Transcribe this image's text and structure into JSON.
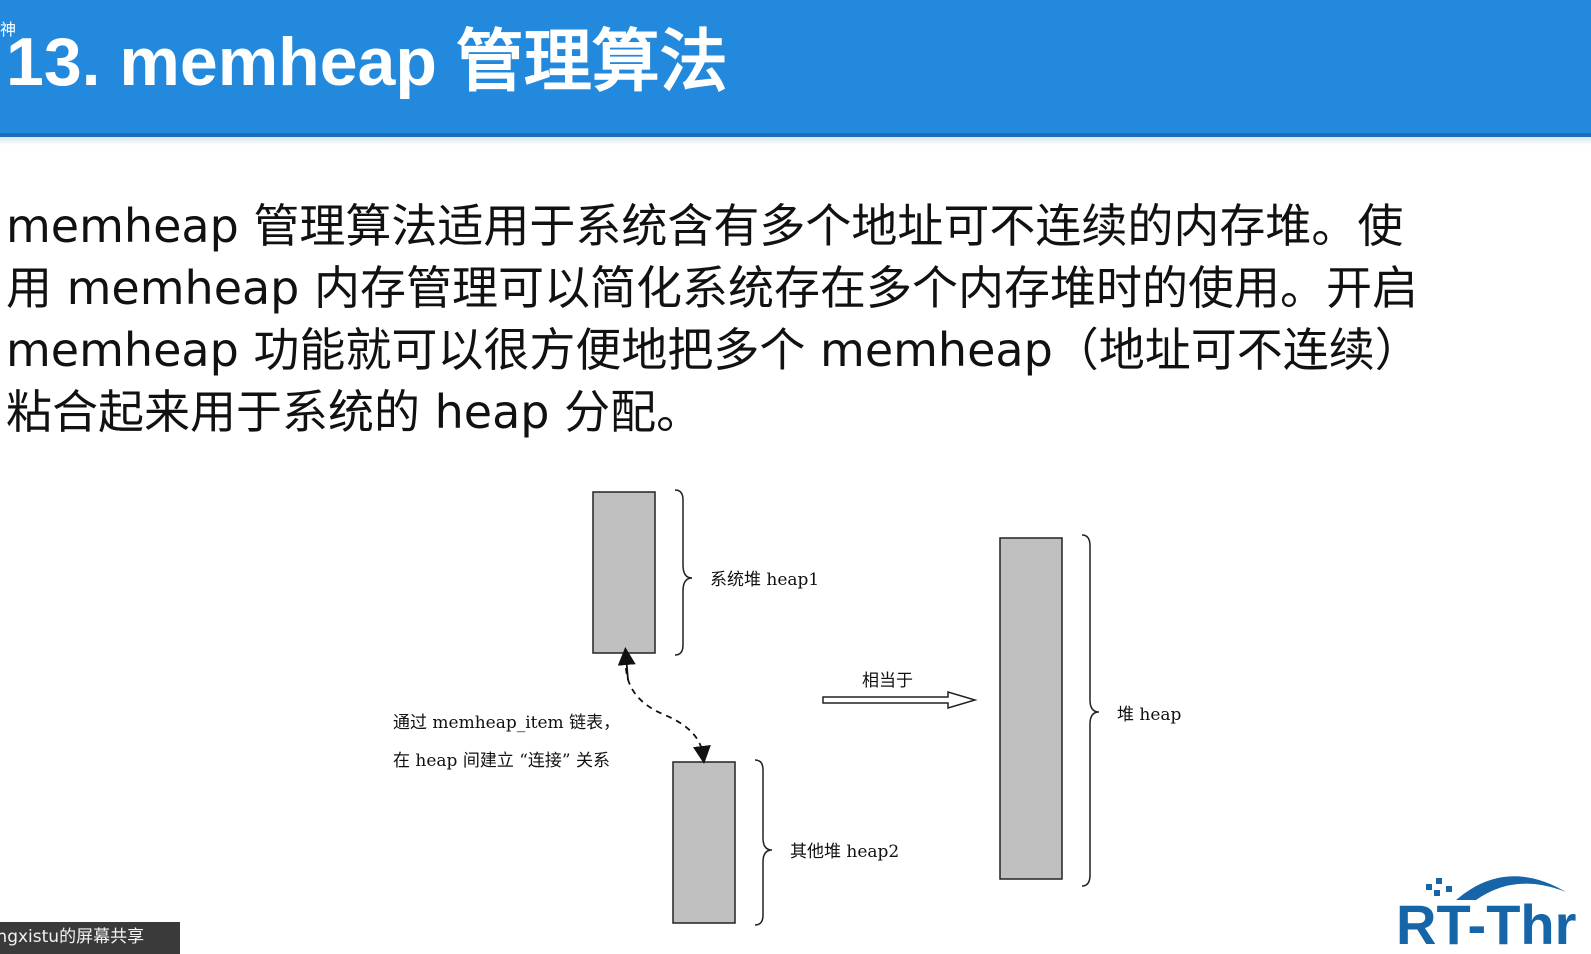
{
  "header": {
    "corner_glyph": "神",
    "title": "13. memheap 管理算法"
  },
  "body": {
    "lines": [
      "memheap 管理算法适用于系统含有多个地址可不连续的内存堆。使",
      "用 memheap 内存管理可以简化系统存在多个内存堆时的使用。开启",
      "memheap 功能就可以很方便地把多个 memheap（地址可不连续）",
      "粘合起来用于系统的 heap 分配。"
    ]
  },
  "diagram": {
    "heap1_label": "系统堆 heap1",
    "heap2_label": "其他堆 heap2",
    "heap_label": "堆 heap",
    "arrow_label": "相当于",
    "link_note_line1": "通过 memheap_item 链表，",
    "link_note_line2": "在 heap 间建立 “连接” 关系",
    "block_fill": "#c0c0c0"
  },
  "share_banner": "angxistu的屏幕共享",
  "logo": {
    "text": "RT-Thr",
    "color": "#1565a8"
  },
  "colors": {
    "header_bg": "#2389dd",
    "header_text": "#ffffff"
  }
}
